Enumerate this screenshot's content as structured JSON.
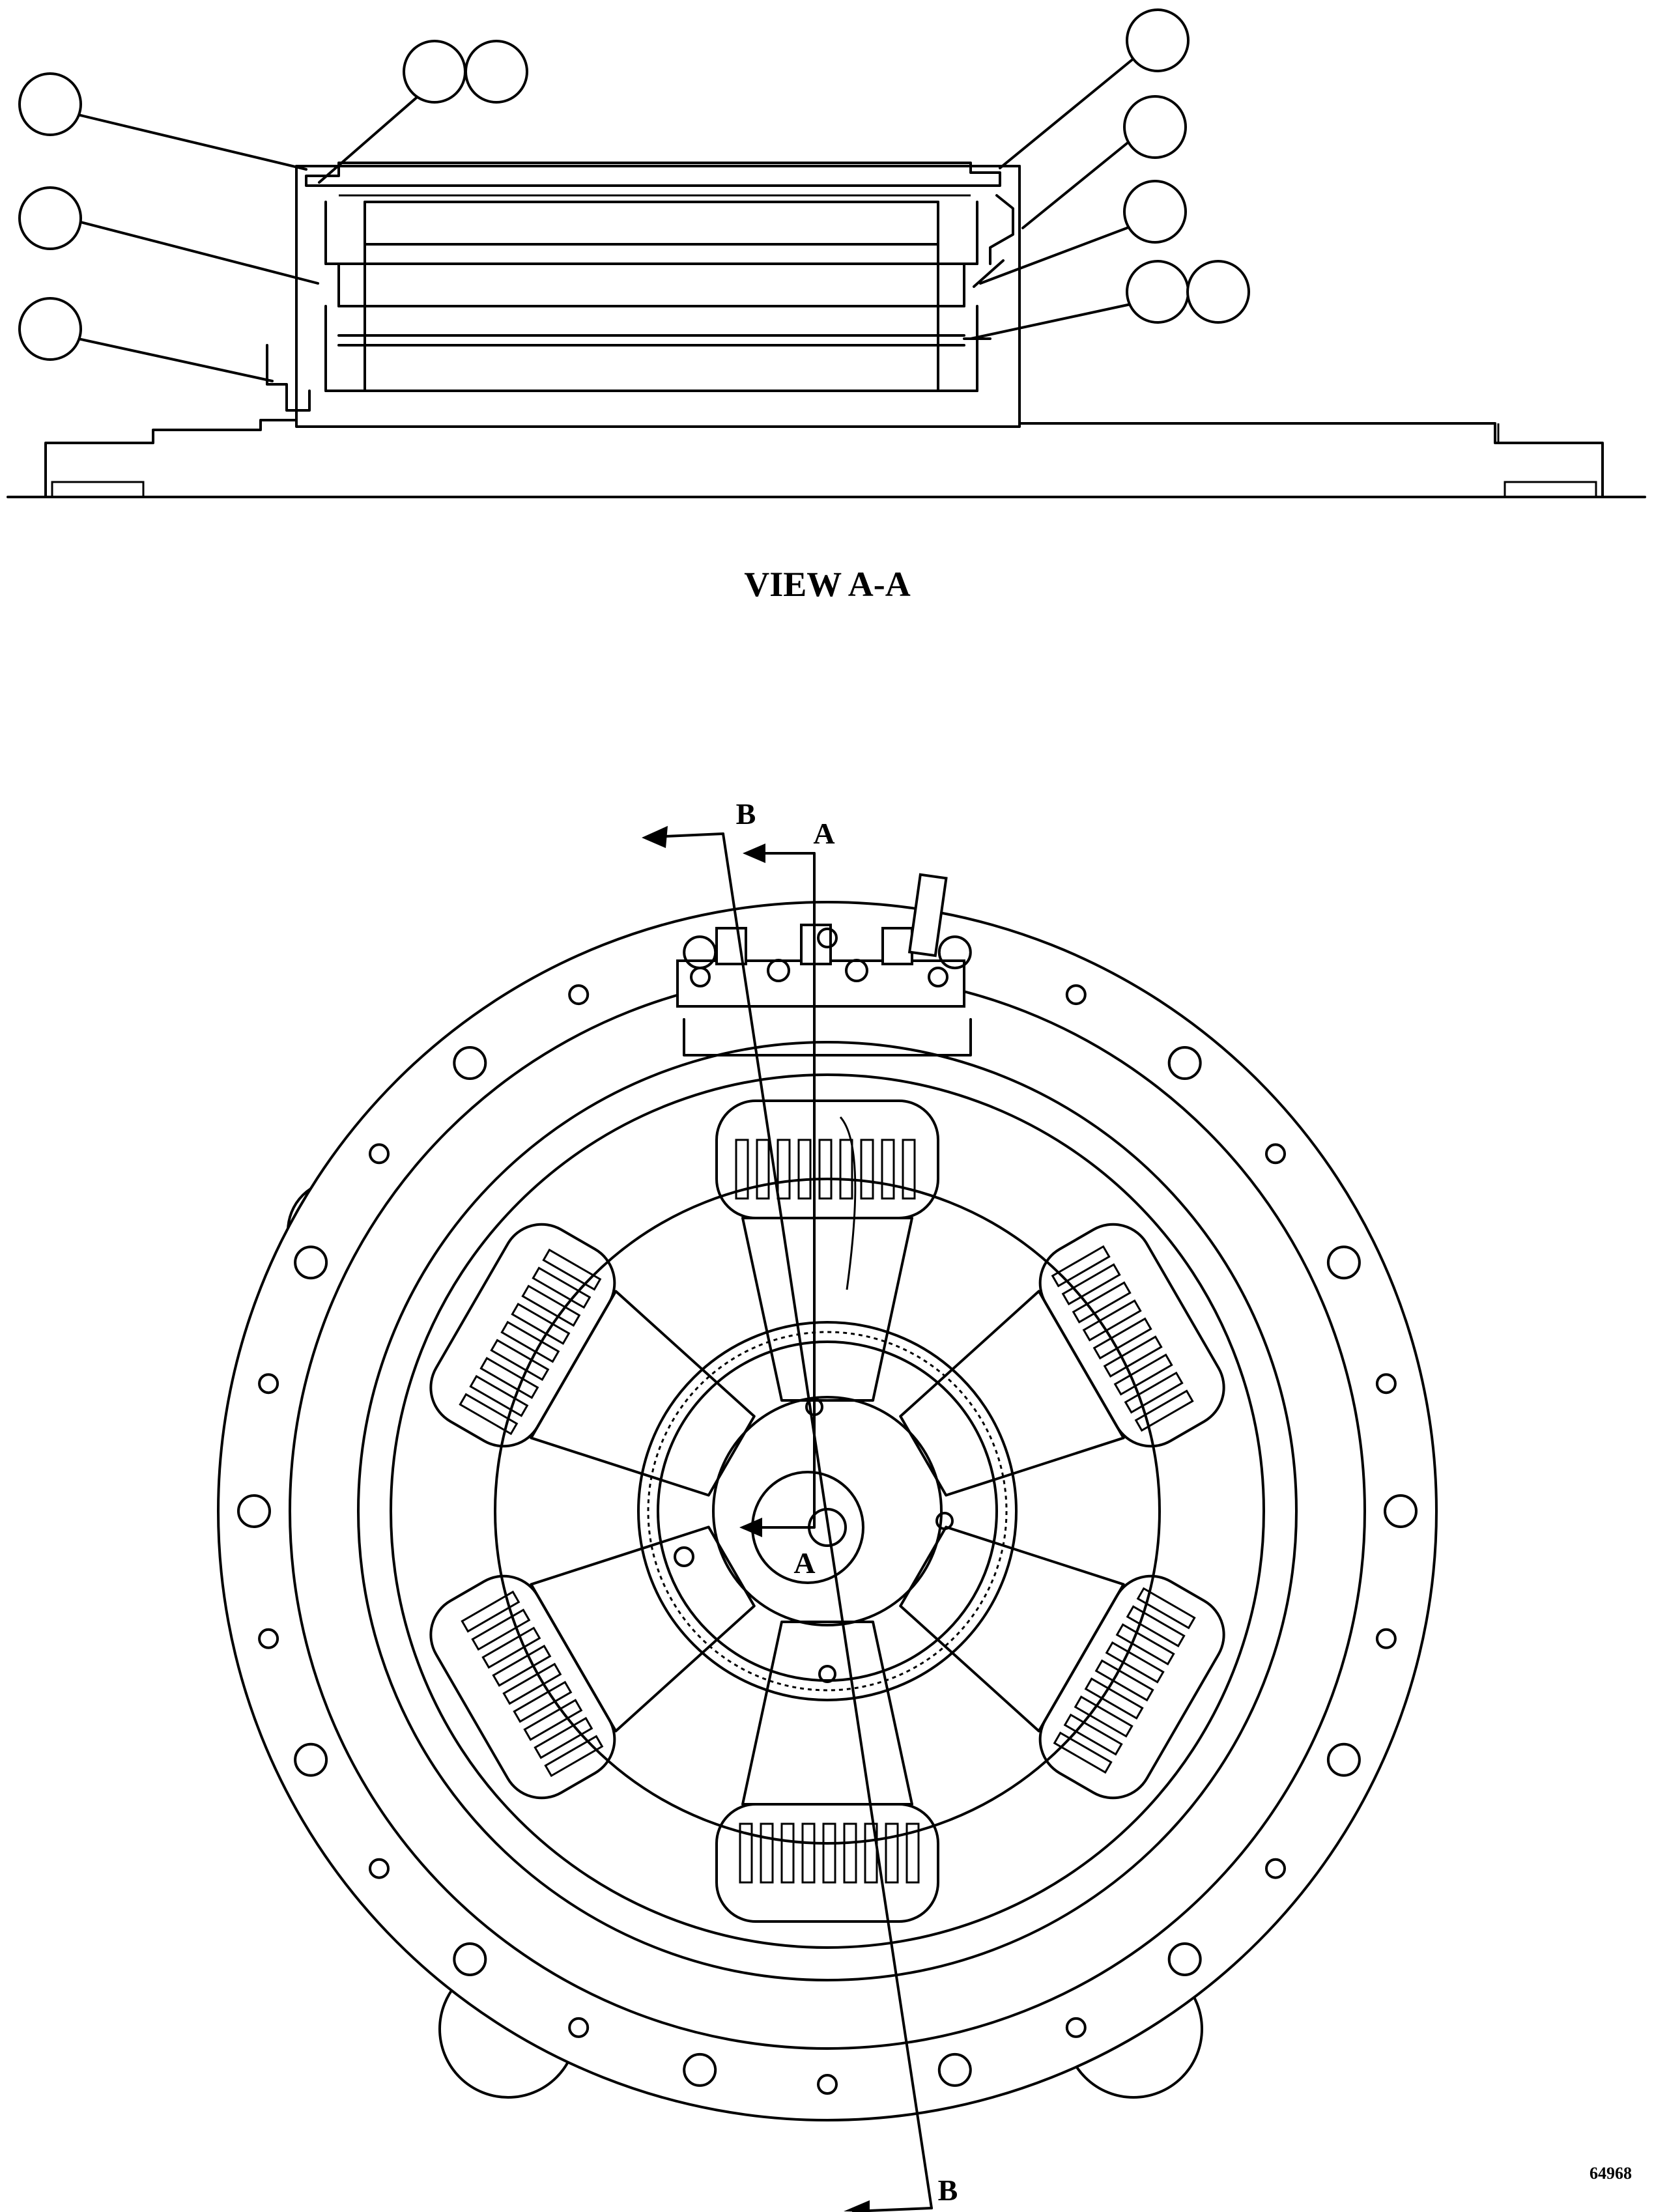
{
  "view_title": "VIEW A-A",
  "section_marks": {
    "b_top": "B",
    "a_top": "A",
    "a_center": "A",
    "b_bottom": "B"
  },
  "figure_number": "64968",
  "callouts": {
    "left": [
      "",
      "",
      ""
    ],
    "top_pair": [
      "",
      ""
    ],
    "right": [
      "",
      "",
      ""
    ],
    "right_pair": [
      "",
      ""
    ]
  }
}
